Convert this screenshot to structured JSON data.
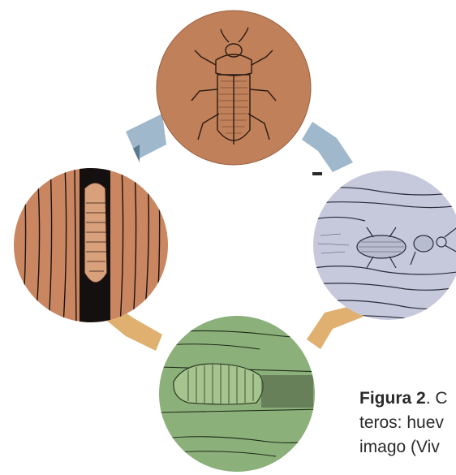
{
  "diagram": {
    "type": "life-cycle",
    "stages": [
      {
        "name": "adult-beetle",
        "color": "#c0805a"
      },
      {
        "name": "larva-in-wood-egg-gallery",
        "color": "#c6c9dc"
      },
      {
        "name": "larva",
        "color": "#8cb07a"
      },
      {
        "name": "pupa",
        "color": "#c98660"
      }
    ],
    "arrow_colors": {
      "blue": "#9fb8cc",
      "gold": "#e0b070"
    }
  },
  "caption": {
    "label": "Figura 2",
    "line1_rest": ". C",
    "line2": "teros: huev",
    "line3": "imago (Viv"
  }
}
